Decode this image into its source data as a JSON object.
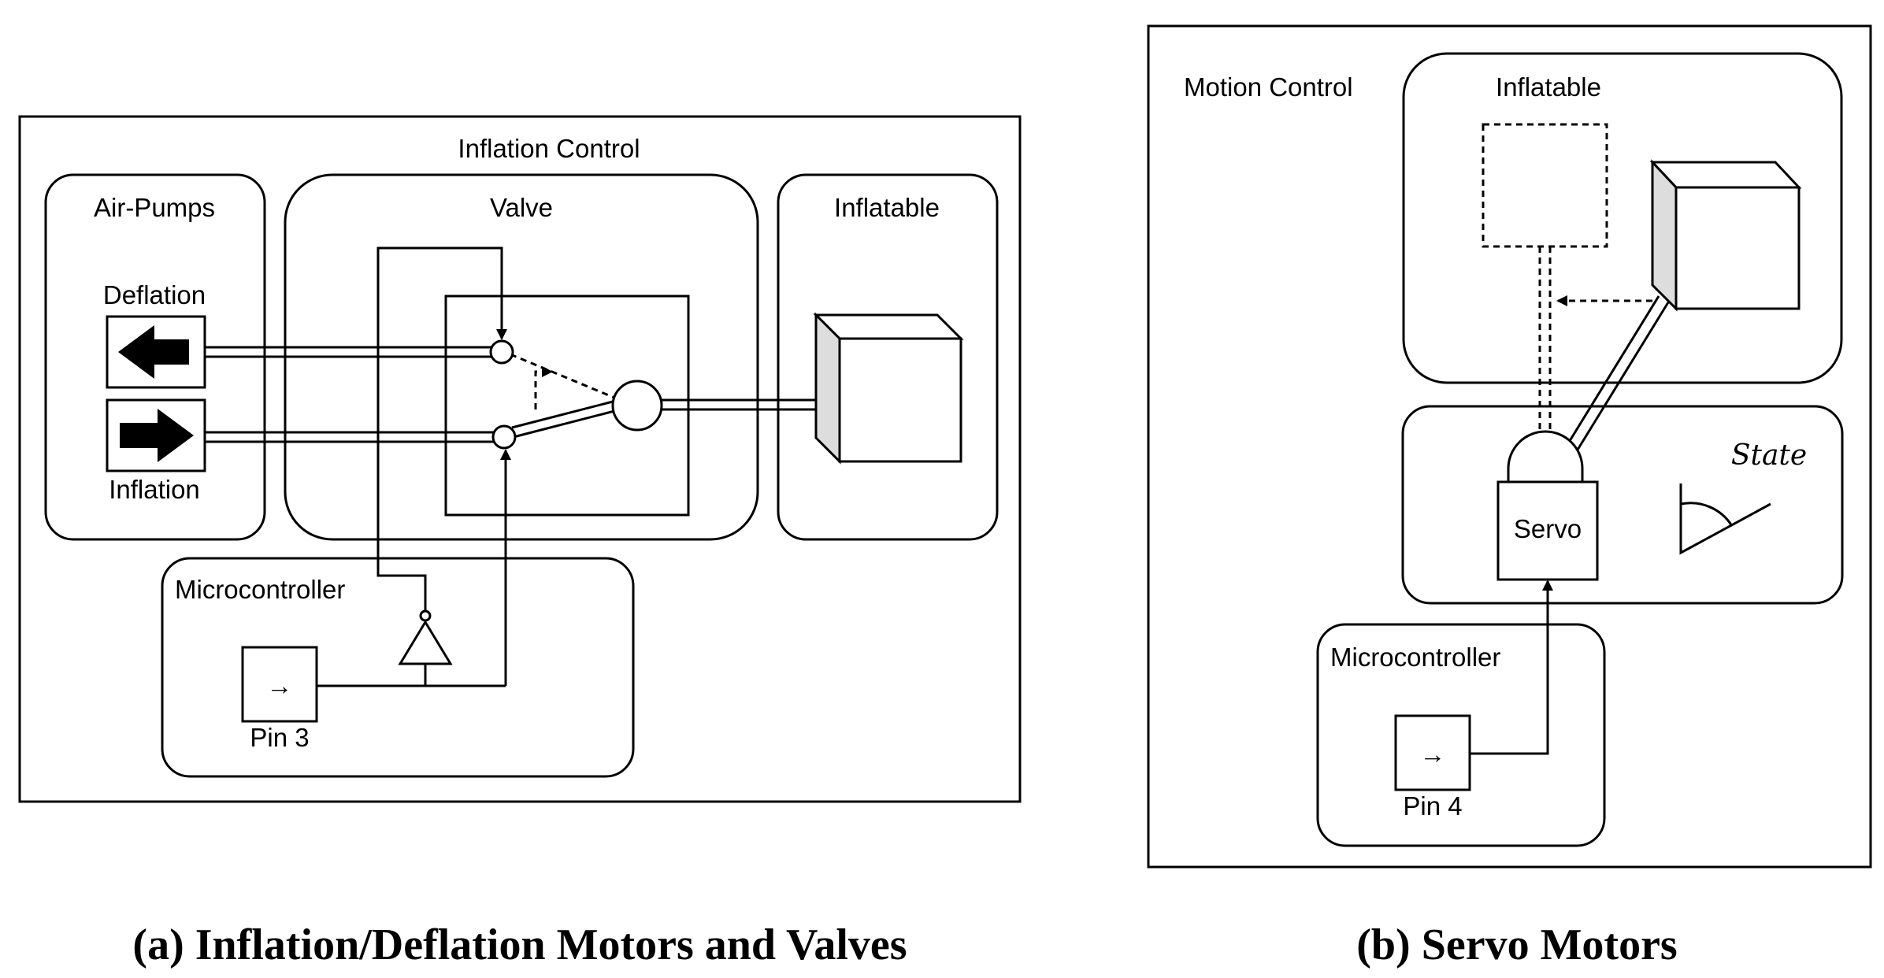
{
  "diagram_a": {
    "title": "Inflation Control",
    "air_pumps": {
      "title": "Air-Pumps",
      "deflation_label": "Deflation",
      "inflation_label": "Inflation"
    },
    "valve": {
      "title": "Valve"
    },
    "inflatable": {
      "title": "Inflatable"
    },
    "microcontroller": {
      "title": "Microcontroller",
      "pin_label": "Pin 3",
      "pin_symbol": "→"
    },
    "caption": "(a) Inflation/Deflation Motors and Valves"
  },
  "diagram_b": {
    "title": "Motion Control",
    "inflatable": {
      "title": "Inflatable"
    },
    "servo": {
      "label": "Servo",
      "state_label": "State"
    },
    "microcontroller": {
      "title": "Microcontroller",
      "pin_label": "Pin 4",
      "pin_symbol": "→"
    },
    "caption": "(b) Servo Motors"
  }
}
